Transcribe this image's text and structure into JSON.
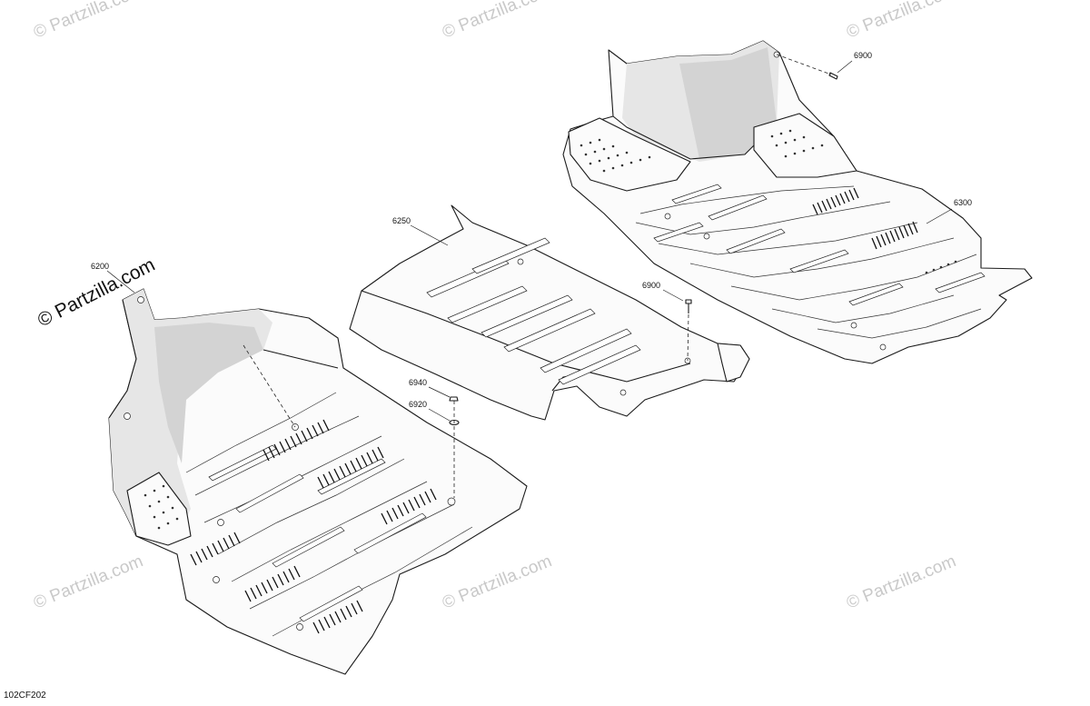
{
  "brand_label": "© Partzilla.com",
  "watermark_text": "© Partzilla.com",
  "diagram_code": "102CF202",
  "parts": {
    "p6200": "6200",
    "p6250": "6250",
    "p6300": "6300",
    "p6900_top": "6900",
    "p6900_mid": "6900",
    "p6940": "6940",
    "p6920": "6920"
  }
}
